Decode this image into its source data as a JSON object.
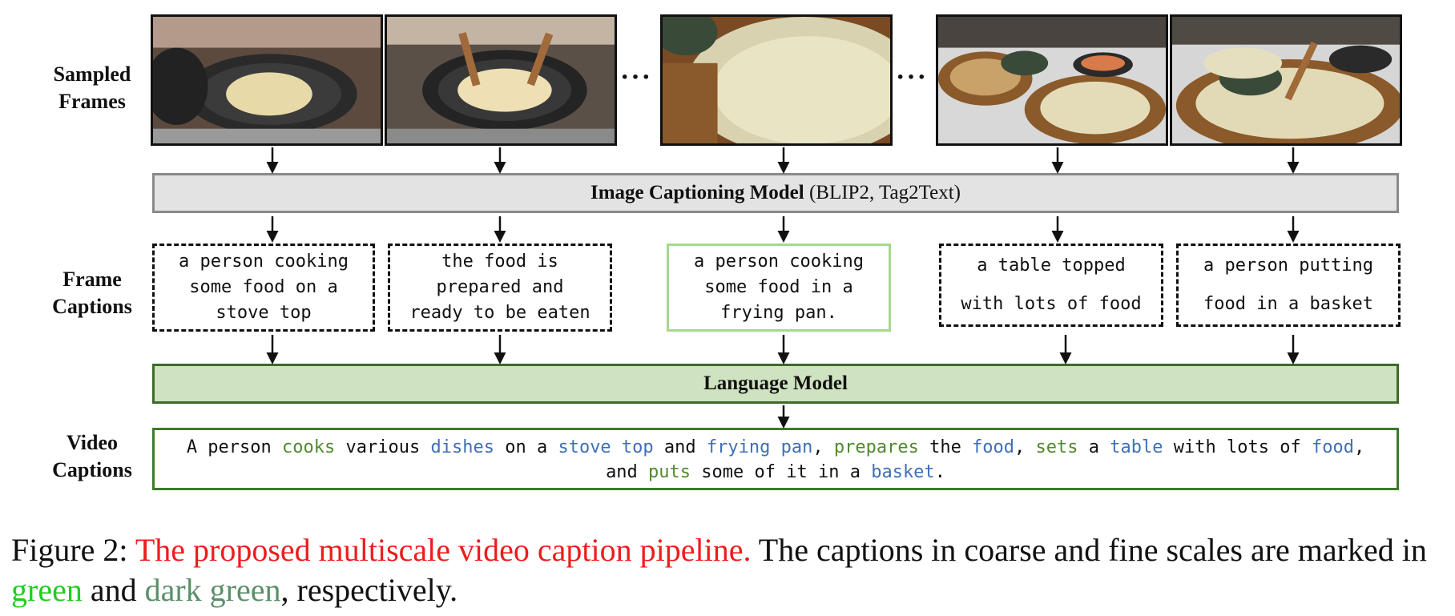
{
  "row_labels": {
    "sampled_frames": "Sampled\nFrames",
    "frame_captions": "Frame\nCaptions",
    "video_captions": "Video\nCaptions"
  },
  "frames": [
    {
      "name": "frame-1-icon"
    },
    {
      "name": "frame-2-icon"
    },
    {
      "name": "frame-3-icon"
    },
    {
      "name": "frame-4-icon"
    },
    {
      "name": "frame-5-icon"
    }
  ],
  "ellipsis": "···",
  "image_captioning": {
    "bold": "Image Captioning Model",
    "rest": " (BLIP2, Tag2Text)"
  },
  "frame_captions": [
    "a person cooking\nsome food on a\nstove top",
    "the food is\nprepared and\nready to be eaten",
    "a person cooking\nsome food in a\nfrying pan.",
    "a table topped\nwith lots of food",
    "a person putting\nfood in a basket"
  ],
  "language_model": "Language Model",
  "video_caption_segments": [
    {
      "t": "A person ",
      "c": "plain"
    },
    {
      "t": "cooks",
      "c": "green"
    },
    {
      "t": " various ",
      "c": "plain"
    },
    {
      "t": "dishes",
      "c": "blue"
    },
    {
      "t": " on a ",
      "c": "plain"
    },
    {
      "t": "stove top",
      "c": "blue"
    },
    {
      "t": " and ",
      "c": "plain"
    },
    {
      "t": "frying pan",
      "c": "blue"
    },
    {
      "t": ", ",
      "c": "plain"
    },
    {
      "t": "prepares",
      "c": "green"
    },
    {
      "t": " the ",
      "c": "plain"
    },
    {
      "t": "food",
      "c": "blue"
    },
    {
      "t": ", ",
      "c": "plain"
    },
    {
      "t": "sets",
      "c": "green"
    },
    {
      "t": " a ",
      "c": "plain"
    },
    {
      "t": "table",
      "c": "blue"
    },
    {
      "t": " with lots of ",
      "c": "plain"
    },
    {
      "t": "food",
      "c": "blue"
    },
    {
      "t": ", and ",
      "c": "plain"
    },
    {
      "t": "puts",
      "c": "green"
    },
    {
      "t": " some of it in a ",
      "c": "plain"
    },
    {
      "t": "basket",
      "c": "blue"
    },
    {
      "t": ".",
      "c": "plain"
    }
  ],
  "figure_caption": [
    {
      "t": "Figure 2: ",
      "c": "plain"
    },
    {
      "t": "The proposed multiscale video caption pipeline.",
      "c": "red"
    },
    {
      "t": " The captions in coarse and fine scales are marked in ",
      "c": "plain"
    },
    {
      "t": "green",
      "c": "lime"
    },
    {
      "t": " and ",
      "c": "plain"
    },
    {
      "t": "dark green",
      "c": "darkgreen"
    },
    {
      "t": ", respectively.",
      "c": "plain"
    }
  ],
  "colors": {
    "plain": "#111111",
    "green": "#4f8a2b",
    "blue": "#3e6fb8",
    "red": "#ee1c1c",
    "lime": "#22cc22",
    "darkgreen": "#5b8f6a",
    "coarse_box": "#a6d98f",
    "lm_fill": "#cfe3c0",
    "icm_fill": "#e3e3e3"
  }
}
